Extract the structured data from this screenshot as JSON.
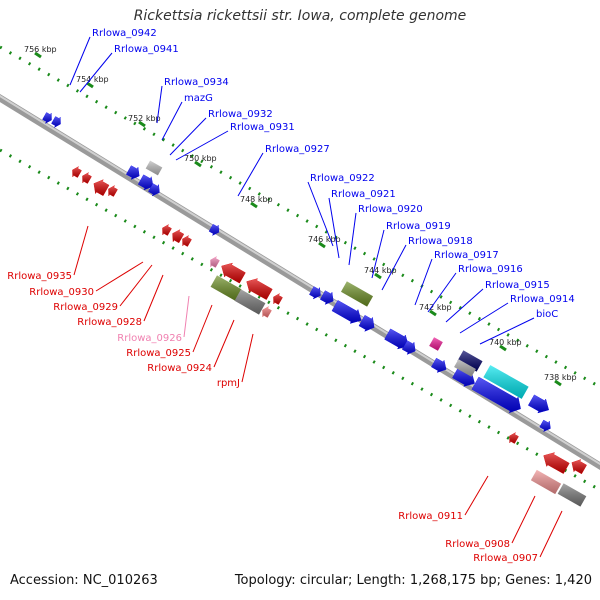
{
  "title": "Rickettsia rickettsii str. Iowa, complete genome",
  "footer": {
    "accession_label": "Accession:",
    "accession": "NC_010263",
    "topology_label": "Topology:",
    "topology": "circular",
    "length_label": "Length:",
    "length": "1,268,175 bp",
    "genes_label": "Genes:",
    "genes": "1,420"
  },
  "ticks": [
    {
      "label": "756 kbp"
    },
    {
      "label": "754 kbp"
    },
    {
      "label": "752 kbp"
    },
    {
      "label": "750 kbp"
    },
    {
      "label": "748 kbp"
    },
    {
      "label": "746 kbp"
    },
    {
      "label": "744 kbp"
    },
    {
      "label": "742 kbp"
    },
    {
      "label": "740 kbp"
    },
    {
      "label": "738 kbp"
    }
  ],
  "forward_genes": [
    {
      "label": "Rrlowa_0942"
    },
    {
      "label": "Rrlowa_0941"
    },
    {
      "label": "Rrlowa_0934"
    },
    {
      "label": "mazG"
    },
    {
      "label": "Rrlowa_0932"
    },
    {
      "label": "Rrlowa_0931"
    },
    {
      "label": "Rrlowa_0927"
    },
    {
      "label": "Rrlowa_0922"
    },
    {
      "label": "Rrlowa_0921"
    },
    {
      "label": "Rrlowa_0920"
    },
    {
      "label": "Rrlowa_0919"
    },
    {
      "label": "Rrlowa_0918"
    },
    {
      "label": "Rrlowa_0917"
    },
    {
      "label": "Rrlowa_0916"
    },
    {
      "label": "Rrlowa_0915"
    },
    {
      "label": "Rrlowa_0914"
    },
    {
      "label": "bioC"
    }
  ],
  "reverse_genes": [
    {
      "label": "Rrlowa_0935"
    },
    {
      "label": "Rrlowa_0930"
    },
    {
      "label": "Rrlowa_0929"
    },
    {
      "label": "Rrlowa_0928"
    },
    {
      "label": "Rrlowa_0926"
    },
    {
      "label": "Rrlowa_0925"
    },
    {
      "label": "Rrlowa_0924"
    },
    {
      "label": "rpmJ"
    },
    {
      "label": "Rrlowa_0911"
    },
    {
      "label": "Rrlowa_0908"
    },
    {
      "label": "Rrlowa_0907"
    }
  ],
  "colors": {
    "forward": "#0000ee",
    "reverse": "#dd0000",
    "reverse_light": "#f080b0",
    "backbone": "#888888",
    "tick_dot": "#1a8a1a",
    "gene_olive": "#6b8e23",
    "gene_gray": "#777777",
    "gene_navy": "#000066",
    "gene_cyan": "#00e5ee",
    "gene_magenta": "#ee1493"
  }
}
